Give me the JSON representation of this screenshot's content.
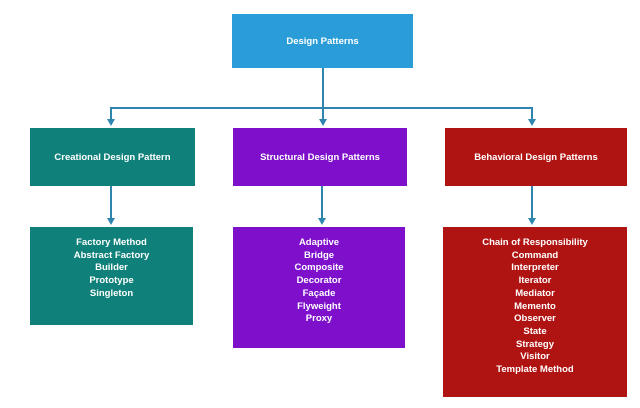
{
  "title": "Design Patterns",
  "colors": {
    "root": "#2A9DD8",
    "creational": "#0F807A",
    "structural": "#7E10CC",
    "behavioral": "#B01412",
    "connector": "#2E86AE",
    "text": "#FFFFFF"
  },
  "root_box": {
    "label": "Design Patterns"
  },
  "branches": [
    {
      "id": "creational",
      "label": "Creational Design Pattern",
      "items": [
        "Factory Method",
        "Abstract Factory",
        "Builder",
        "Prototype",
        "Singleton"
      ]
    },
    {
      "id": "structural",
      "label": "Structural Design Patterns",
      "items": [
        "Adaptive",
        "Bridge",
        "Composite",
        "Decorator",
        "Façade",
        "Flyweight",
        "Proxy"
      ]
    },
    {
      "id": "behavioral",
      "label": "Behavioral Design Patterns",
      "items": [
        "Chain of Responsibility",
        "Command",
        "Interpreter",
        "Iterator",
        "Mediator",
        "Memento",
        "Observer",
        "State",
        "Strategy",
        "Visitor",
        "Template Method"
      ]
    }
  ]
}
